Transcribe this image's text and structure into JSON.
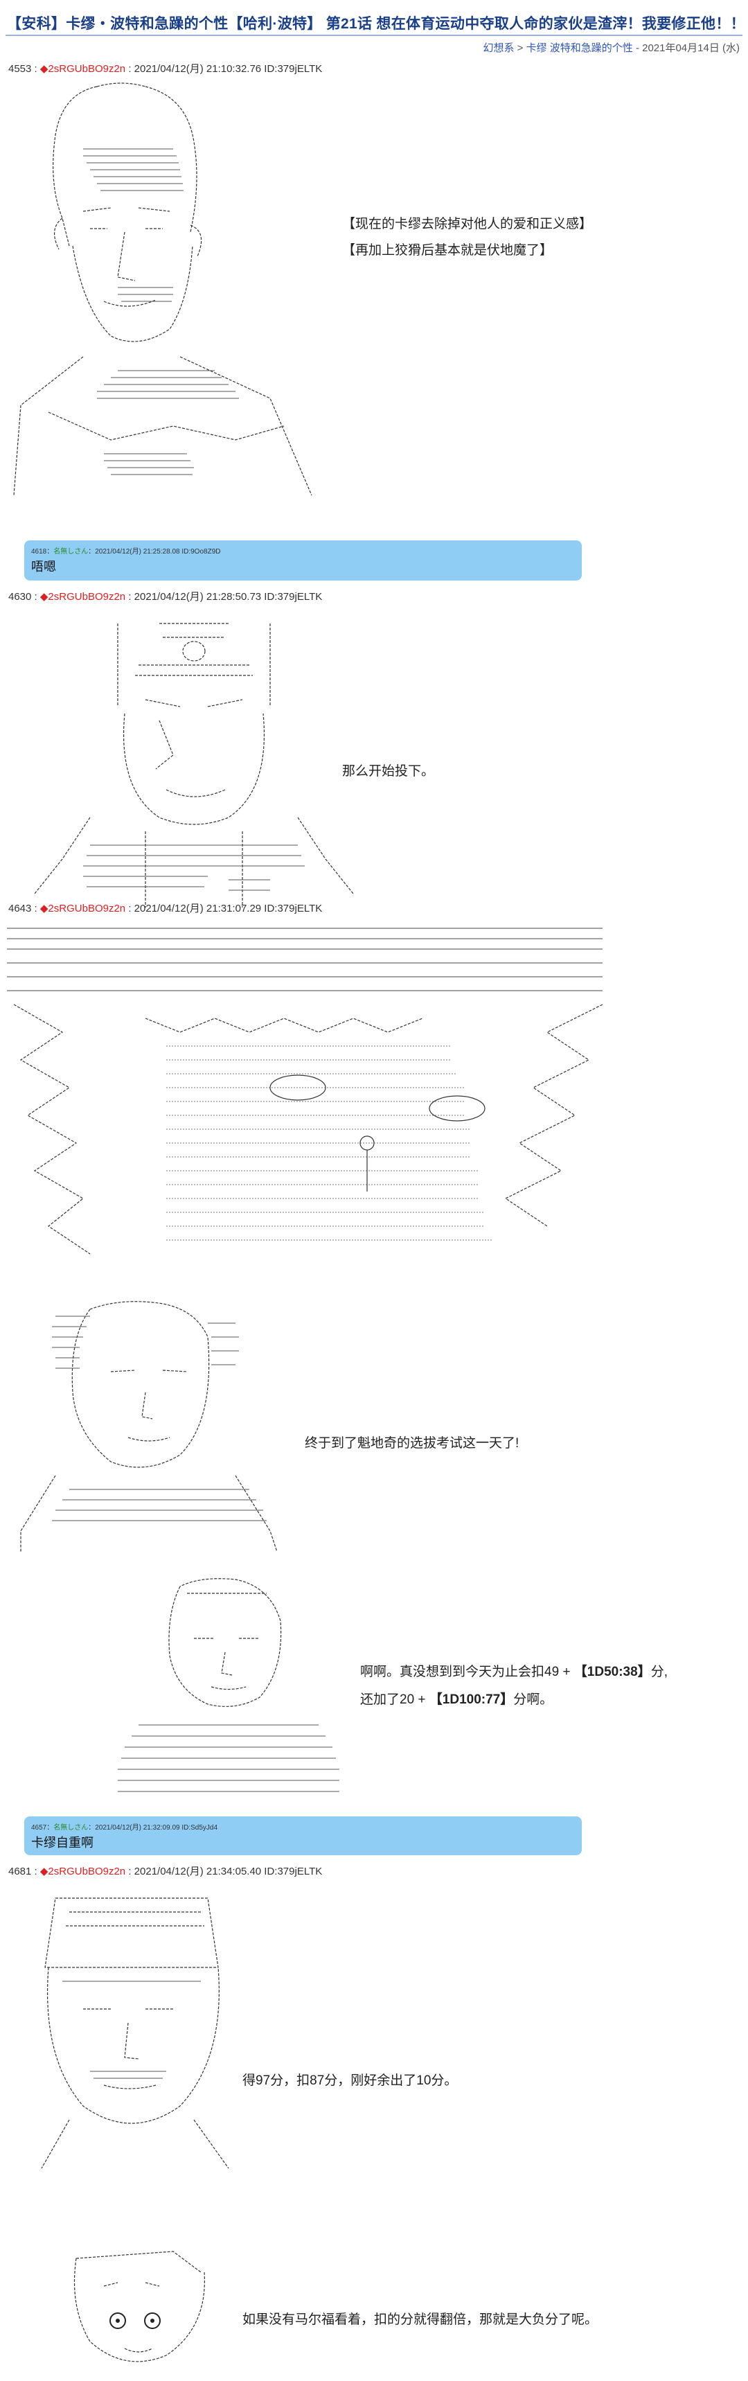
{
  "page_title": "【安科】卡缪・波特和急躁的个性【哈利·波特】 第21话 想在体育运动中夺取人命的家伙是渣滓！我要修正他！！",
  "breadcrumb": {
    "site": "幻想系",
    "sep1": ">",
    "category": "卡缪 波特和急躁的个性",
    "date": " - 2021年04月14日 (水)"
  },
  "posts": [
    {
      "number": "4553 :",
      "trip": "◆2sRGUbBO9z2n",
      "meta": ": 2021/04/12(月) 21:10:32.76 ID:379jELTK",
      "lines": [
        "【现在的卡缪去除掉对他人的爱和正义感】",
        "【再加上狡猾后基本就是伏地魔了】"
      ]
    },
    {
      "number": "4630 :",
      "trip": "◆2sRGUbBO9z2n",
      "meta": ": 2021/04/12(月) 21:28:50.73 ID:379jELTK",
      "lines": [
        "那么开始投下。"
      ]
    },
    {
      "number": "4643 :",
      "trip": "◆2sRGUbBO9z2n",
      "meta": ": 2021/04/12(月) 21:31:07.29 ID:379jELTK",
      "lines": [
        "终于到了魁地奇的选拔考试这一天了!"
      ],
      "dice_line_1_prefix": "啊啊。真没想到到今天为止会扣49 + ",
      "dice_1": "【1D50:38】",
      "dice_line_1_suffix": "分,",
      "dice_line_2_prefix": "还加了20 + ",
      "dice_2": "【1D100:77】",
      "dice_line_2_suffix": "分啊。"
    },
    {
      "number": "4681 :",
      "trip": "◆2sRGUbBO9z2n",
      "meta": ": 2021/04/12(月) 21:34:05.40 ID:379jELTK",
      "lines": [
        "得97分，扣87分，刚好余出了10分。",
        "如果没有马尔福看着，扣的分就得翻倍，那就是大负分了呢。"
      ]
    }
  ],
  "replies": [
    {
      "header": "4618：",
      "name": "名無しさん",
      "meta": "：2021/04/12(月) 21:25:28.08 ID:9Oo8Z9D",
      "text": "唔嗯"
    },
    {
      "header": "4657：",
      "name": "名無しさん",
      "meta": "：2021/04/12(月) 21:32:09.09 ID:Sd5yJd4",
      "text": "卡缪自重啊"
    }
  ],
  "colors": {
    "title": "#1a3f8a",
    "trip": "#e02020",
    "reply_bg": "#8fcdf5",
    "link": "#2f55b8"
  }
}
